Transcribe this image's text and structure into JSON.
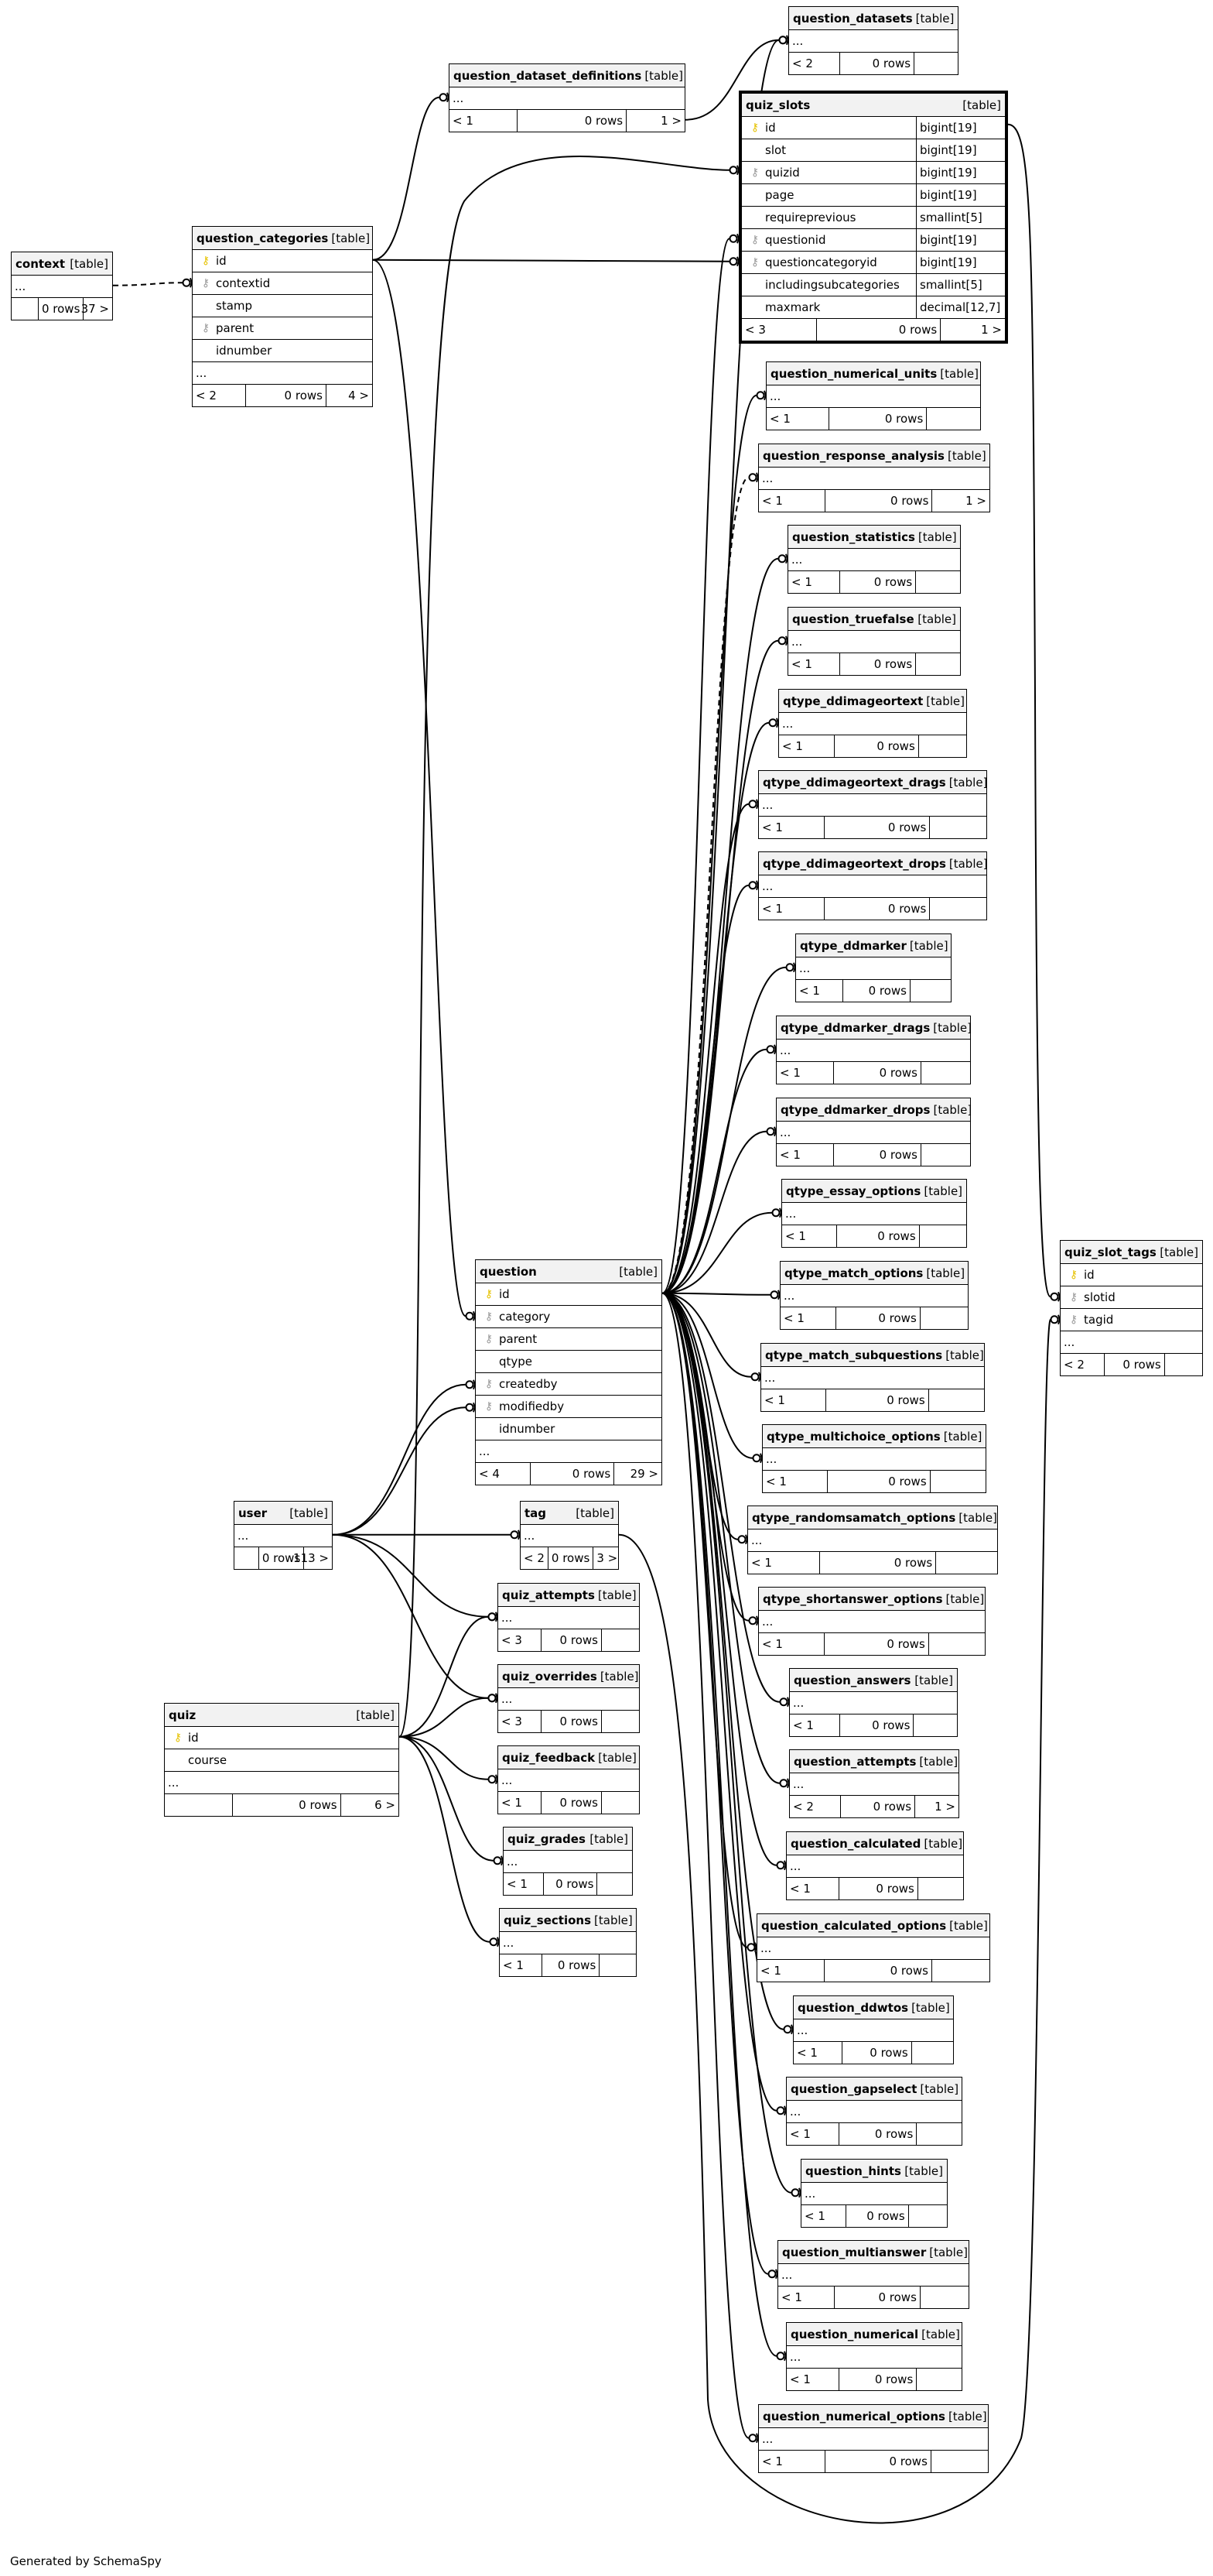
{
  "diagram": {
    "generated_by": "Generated by SchemaSpy",
    "tables": [
      {
        "id": "question_datasets",
        "name": "question_datasets",
        "type": "[table]",
        "columns": [],
        "footer": {
          "parents": "< 2",
          "rows": "0 rows",
          "children": ""
        }
      },
      {
        "id": "question_dataset_definitions",
        "name": "question_dataset_definitions",
        "type": "[table]",
        "columns": [],
        "footer": {
          "parents": "< 1",
          "rows": "0 rows",
          "children": "1 >"
        }
      },
      {
        "id": "quiz_slots",
        "name": "quiz_slots",
        "type": "[table]",
        "highlight": true,
        "columns": [
          {
            "name": "id",
            "dtype": "bigint[19]",
            "key": "pk"
          },
          {
            "name": "slot",
            "dtype": "bigint[19]",
            "key": ""
          },
          {
            "name": "quizid",
            "dtype": "bigint[19]",
            "key": "fk"
          },
          {
            "name": "page",
            "dtype": "bigint[19]",
            "key": ""
          },
          {
            "name": "requireprevious",
            "dtype": "smallint[5]",
            "key": ""
          },
          {
            "name": "questionid",
            "dtype": "bigint[19]",
            "key": "fk"
          },
          {
            "name": "questioncategoryid",
            "dtype": "bigint[19]",
            "key": "fk"
          },
          {
            "name": "includingsubcategories",
            "dtype": "smallint[5]",
            "key": ""
          },
          {
            "name": "maxmark",
            "dtype": "decimal[12,7]",
            "key": ""
          }
        ],
        "no_ellipsis": true,
        "footer": {
          "parents": "< 3",
          "rows": "0 rows",
          "children": "1 >"
        }
      },
      {
        "id": "context",
        "name": "context",
        "type": "[table]",
        "columns": [],
        "footer": {
          "parents": "",
          "rows": "0 rows",
          "children": "37 >"
        }
      },
      {
        "id": "question_categories",
        "name": "question_categories",
        "type": "[table]",
        "columns": [
          {
            "name": "id",
            "key": "pk"
          },
          {
            "name": "contextid",
            "key": "fk"
          },
          {
            "name": "stamp",
            "key": ""
          },
          {
            "name": "parent",
            "key": "fk"
          },
          {
            "name": "idnumber",
            "key": ""
          }
        ],
        "footer": {
          "parents": "< 2",
          "rows": "0 rows",
          "children": "4 >"
        }
      },
      {
        "id": "question_numerical_units",
        "name": "question_numerical_units",
        "type": "[table]",
        "columns": [],
        "footer": {
          "parents": "< 1",
          "rows": "0 rows",
          "children": ""
        }
      },
      {
        "id": "question_response_analysis",
        "name": "question_response_analysis",
        "type": "[table]",
        "columns": [],
        "footer": {
          "parents": "< 1",
          "rows": "0 rows",
          "children": "1 >"
        }
      },
      {
        "id": "question_statistics",
        "name": "question_statistics",
        "type": "[table]",
        "columns": [],
        "footer": {
          "parents": "< 1",
          "rows": "0 rows",
          "children": ""
        }
      },
      {
        "id": "question_truefalse",
        "name": "question_truefalse",
        "type": "[table]",
        "columns": [],
        "footer": {
          "parents": "< 1",
          "rows": "0 rows",
          "children": ""
        }
      },
      {
        "id": "qtype_ddimageortext",
        "name": "qtype_ddimageortext",
        "type": "[table]",
        "columns": [],
        "footer": {
          "parents": "< 1",
          "rows": "0 rows",
          "children": ""
        }
      },
      {
        "id": "qtype_ddimageortext_drags",
        "name": "qtype_ddimageortext_drags",
        "type": "[table]",
        "columns": [],
        "footer": {
          "parents": "< 1",
          "rows": "0 rows",
          "children": ""
        }
      },
      {
        "id": "qtype_ddimageortext_drops",
        "name": "qtype_ddimageortext_drops",
        "type": "[table]",
        "columns": [],
        "footer": {
          "parents": "< 1",
          "rows": "0 rows",
          "children": ""
        }
      },
      {
        "id": "qtype_ddmarker",
        "name": "qtype_ddmarker",
        "type": "[table]",
        "columns": [],
        "footer": {
          "parents": "< 1",
          "rows": "0 rows",
          "children": ""
        }
      },
      {
        "id": "qtype_ddmarker_drags",
        "name": "qtype_ddmarker_drags",
        "type": "[table]",
        "columns": [],
        "footer": {
          "parents": "< 1",
          "rows": "0 rows",
          "children": ""
        }
      },
      {
        "id": "qtype_ddmarker_drops",
        "name": "qtype_ddmarker_drops",
        "type": "[table]",
        "columns": [],
        "footer": {
          "parents": "< 1",
          "rows": "0 rows",
          "children": ""
        }
      },
      {
        "id": "qtype_essay_options",
        "name": "qtype_essay_options",
        "type": "[table]",
        "columns": [],
        "footer": {
          "parents": "< 1",
          "rows": "0 rows",
          "children": ""
        }
      },
      {
        "id": "qtype_match_options",
        "name": "qtype_match_options",
        "type": "[table]",
        "columns": [],
        "footer": {
          "parents": "< 1",
          "rows": "0 rows",
          "children": ""
        }
      },
      {
        "id": "quiz_slot_tags",
        "name": "quiz_slot_tags",
        "type": "[table]",
        "columns": [
          {
            "name": "id",
            "key": "pk"
          },
          {
            "name": "slotid",
            "key": "fk"
          },
          {
            "name": "tagid",
            "key": "fk"
          }
        ],
        "footer": {
          "parents": "< 2",
          "rows": "0 rows",
          "children": ""
        }
      },
      {
        "id": "question",
        "name": "question",
        "type": "[table]",
        "columns": [
          {
            "name": "id",
            "key": "pk"
          },
          {
            "name": "category",
            "key": "fk"
          },
          {
            "name": "parent",
            "key": "fk"
          },
          {
            "name": "qtype",
            "key": ""
          },
          {
            "name": "createdby",
            "key": "fk"
          },
          {
            "name": "modifiedby",
            "key": "fk"
          },
          {
            "name": "idnumber",
            "key": ""
          }
        ],
        "footer": {
          "parents": "< 4",
          "rows": "0 rows",
          "children": "29 >"
        }
      },
      {
        "id": "qtype_match_subquestions",
        "name": "qtype_match_subquestions",
        "type": "[table]",
        "columns": [],
        "footer": {
          "parents": "< 1",
          "rows": "0 rows",
          "children": ""
        }
      },
      {
        "id": "qtype_multichoice_options",
        "name": "qtype_multichoice_options",
        "type": "[table]",
        "columns": [],
        "footer": {
          "parents": "< 1",
          "rows": "0 rows",
          "children": ""
        }
      },
      {
        "id": "user",
        "name": "user",
        "type": "[table]",
        "columns": [],
        "footer": {
          "parents": "",
          "rows": "0 rows",
          "children": "113 >"
        }
      },
      {
        "id": "tag",
        "name": "tag",
        "type": "[table]",
        "columns": [],
        "footer": {
          "parents": "< 2",
          "rows": "0 rows",
          "children": "3 >"
        }
      },
      {
        "id": "qtype_randomsamatch_options",
        "name": "qtype_randomsamatch_options",
        "type": "[table]",
        "columns": [],
        "footer": {
          "parents": "< 1",
          "rows": "0 rows",
          "children": ""
        }
      },
      {
        "id": "quiz_attempts",
        "name": "quiz_attempts",
        "type": "[table]",
        "columns": [],
        "footer": {
          "parents": "< 3",
          "rows": "0 rows",
          "children": ""
        }
      },
      {
        "id": "qtype_shortanswer_options",
        "name": "qtype_shortanswer_options",
        "type": "[table]",
        "columns": [],
        "footer": {
          "parents": "< 1",
          "rows": "0 rows",
          "children": ""
        }
      },
      {
        "id": "quiz_overrides",
        "name": "quiz_overrides",
        "type": "[table]",
        "columns": [],
        "footer": {
          "parents": "< 3",
          "rows": "0 rows",
          "children": ""
        }
      },
      {
        "id": "question_answers",
        "name": "question_answers",
        "type": "[table]",
        "columns": [],
        "footer": {
          "parents": "< 1",
          "rows": "0 rows",
          "children": ""
        }
      },
      {
        "id": "quiz",
        "name": "quiz",
        "type": "[table]",
        "columns": [
          {
            "name": "id",
            "key": "pk"
          },
          {
            "name": "course",
            "key": ""
          }
        ],
        "footer": {
          "parents": "",
          "rows": "0 rows",
          "children": "6 >"
        }
      },
      {
        "id": "quiz_feedback",
        "name": "quiz_feedback",
        "type": "[table]",
        "columns": [],
        "footer": {
          "parents": "< 1",
          "rows": "0 rows",
          "children": ""
        }
      },
      {
        "id": "question_attempts",
        "name": "question_attempts",
        "type": "[table]",
        "columns": [],
        "footer": {
          "parents": "< 2",
          "rows": "0 rows",
          "children": "1 >"
        }
      },
      {
        "id": "quiz_grades",
        "name": "quiz_grades",
        "type": "[table]",
        "columns": [],
        "footer": {
          "parents": "< 1",
          "rows": "0 rows",
          "children": ""
        }
      },
      {
        "id": "question_calculated",
        "name": "question_calculated",
        "type": "[table]",
        "columns": [],
        "footer": {
          "parents": "< 1",
          "rows": "0 rows",
          "children": ""
        }
      },
      {
        "id": "quiz_sections",
        "name": "quiz_sections",
        "type": "[table]",
        "columns": [],
        "footer": {
          "parents": "< 1",
          "rows": "0 rows",
          "children": ""
        }
      },
      {
        "id": "question_calculated_options",
        "name": "question_calculated_options",
        "type": "[table]",
        "columns": [],
        "footer": {
          "parents": "< 1",
          "rows": "0 rows",
          "children": ""
        }
      },
      {
        "id": "question_ddwtos",
        "name": "question_ddwtos",
        "type": "[table]",
        "columns": [],
        "footer": {
          "parents": "< 1",
          "rows": "0 rows",
          "children": ""
        }
      },
      {
        "id": "question_gapselect",
        "name": "question_gapselect",
        "type": "[table]",
        "columns": [],
        "footer": {
          "parents": "< 1",
          "rows": "0 rows",
          "children": ""
        }
      },
      {
        "id": "question_hints",
        "name": "question_hints",
        "type": "[table]",
        "columns": [],
        "footer": {
          "parents": "< 1",
          "rows": "0 rows",
          "children": ""
        }
      },
      {
        "id": "question_multianswer",
        "name": "question_multianswer",
        "type": "[table]",
        "columns": [],
        "footer": {
          "parents": "< 1",
          "rows": "0 rows",
          "children": ""
        }
      },
      {
        "id": "question_numerical",
        "name": "question_numerical",
        "type": "[table]",
        "columns": [],
        "footer": {
          "parents": "< 1",
          "rows": "0 rows",
          "children": ""
        }
      },
      {
        "id": "question_numerical_options",
        "name": "question_numerical_options",
        "type": "[table]",
        "columns": [],
        "footer": {
          "parents": "< 1",
          "rows": "0 rows",
          "children": ""
        }
      }
    ],
    "ellipsis": "...",
    "key_icons": {
      "pk": "key-icon",
      "fk": "foreign-key-icon"
    }
  }
}
